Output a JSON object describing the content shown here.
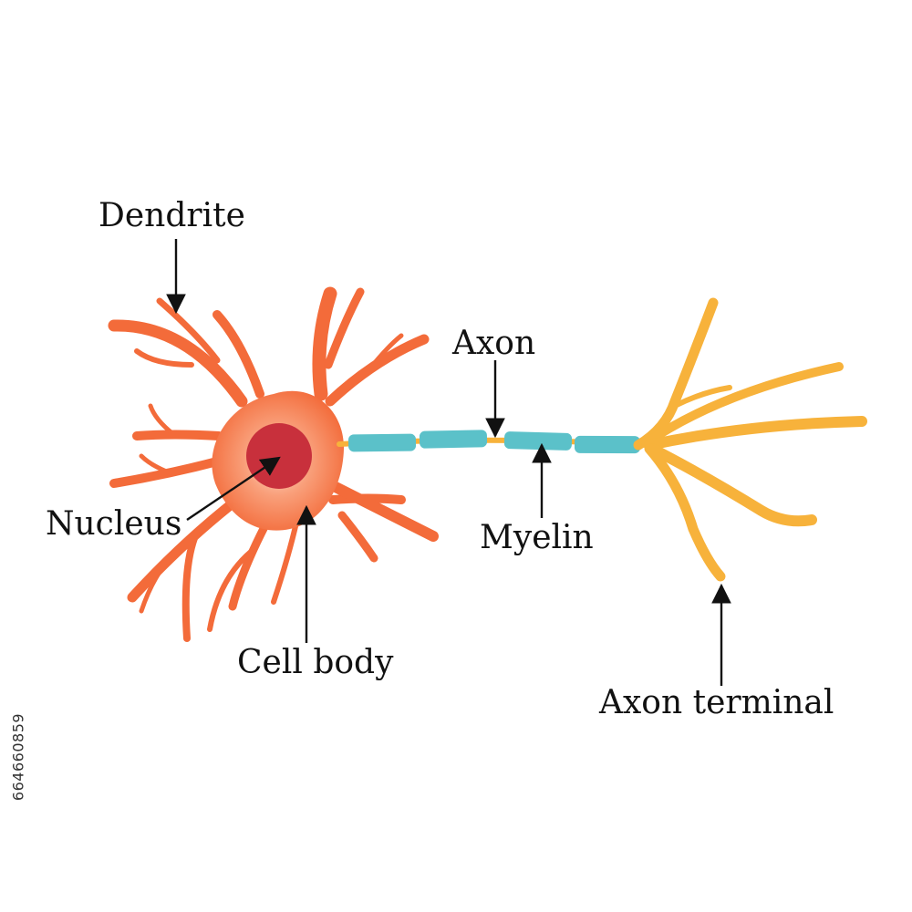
{
  "labels": {
    "dendrite": "Dendrite",
    "nucleus": "Nucleus",
    "cell_body": "Cell body",
    "axon": "Axon",
    "myelin": "Myelin",
    "axon_terminal": "Axon terminal"
  },
  "stock_id": "664660859",
  "colors": {
    "cell_body": "#f36b3a",
    "cell_body_highlight": "#fde0d2",
    "nucleus": "#c8303c",
    "myelin": "#5bc1c9",
    "axon": "#f7b23b",
    "axon_terminal": "#f7b23b",
    "label_text": "#111111"
  }
}
